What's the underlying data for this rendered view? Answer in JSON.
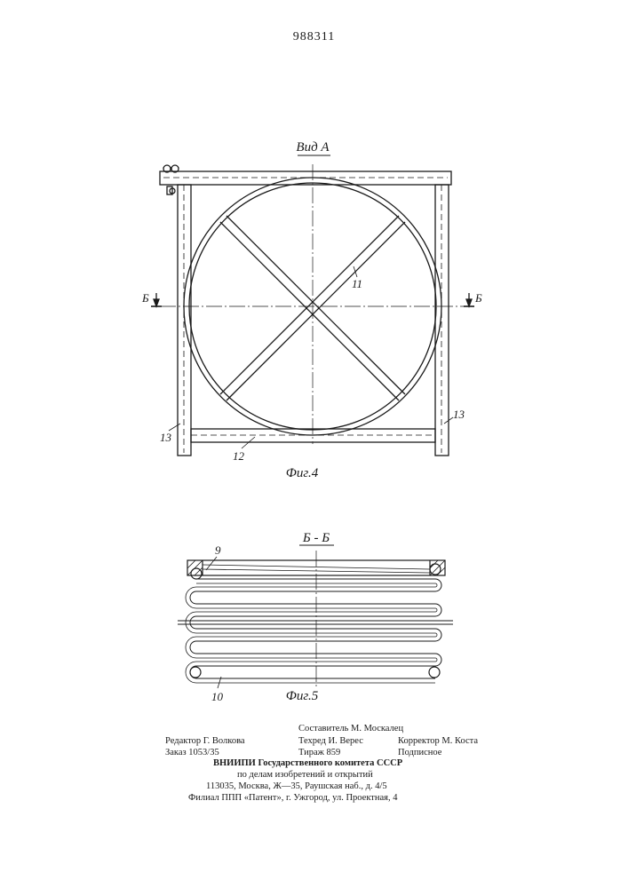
{
  "header": {
    "patent_number": "988311"
  },
  "figure4": {
    "view_title": "Вид А",
    "section_left": "Б",
    "section_right": "Б",
    "labels": {
      "crossbar": "11",
      "frame_bottom": "12",
      "post_left": "13",
      "post_right": "13"
    },
    "caption": "Фиг.4"
  },
  "figure5": {
    "section_title": "Б - Б",
    "labels": {
      "top_coil": "9",
      "bottom_coil": "10"
    },
    "caption": "Фиг.5"
  },
  "footer": {
    "compiler": "Составитель М. Москалец",
    "editor": "Редактор Г. Волкова",
    "techred": "Техред И. Верес",
    "corrector": "Корректор М. Коста",
    "order": "Заказ 1053/35",
    "circulation": "Тираж 859",
    "subscription": "Подписное",
    "org_line1": "ВНИИПИ  Государственного  комитета  СССР",
    "org_line2": "по  делам  изобретений  и  открытий",
    "address": "113035,  Москва,  Ж—35,  Раушская  наб.,  д.  4/5",
    "branch": "Филиал  ППП  «Патент»,  г.  Ужгород,  ул.  Проектная,  4"
  }
}
